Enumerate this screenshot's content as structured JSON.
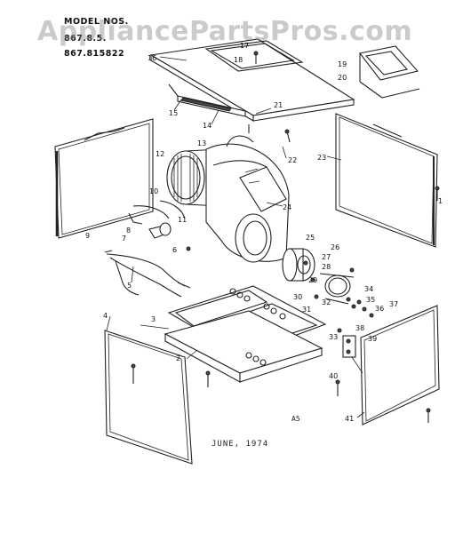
{
  "header": {
    "model_label": "MODEL NOS.",
    "model_line1": "867.8.5.",
    "model_line2": "867.815822"
  },
  "watermark": "AppliancePartsPros.com",
  "footer": {
    "date": "JUNE, 1974",
    "page_ref": "A5"
  },
  "part_labels": [
    "1",
    "2",
    "3",
    "4",
    "5",
    "6",
    "7",
    "8",
    "9",
    "10",
    "11",
    "12",
    "13",
    "14",
    "15",
    "16",
    "17",
    "18",
    "19",
    "20",
    "21",
    "22",
    "23",
    "24",
    "25",
    "26",
    "27",
    "28",
    "29",
    "30",
    "31",
    "32",
    "33",
    "34",
    "35",
    "36",
    "37",
    "38",
    "39",
    "40",
    "41"
  ],
  "colors": {
    "line": "#222222",
    "background": "#ffffff",
    "watermark": "#8c8c8c"
  }
}
